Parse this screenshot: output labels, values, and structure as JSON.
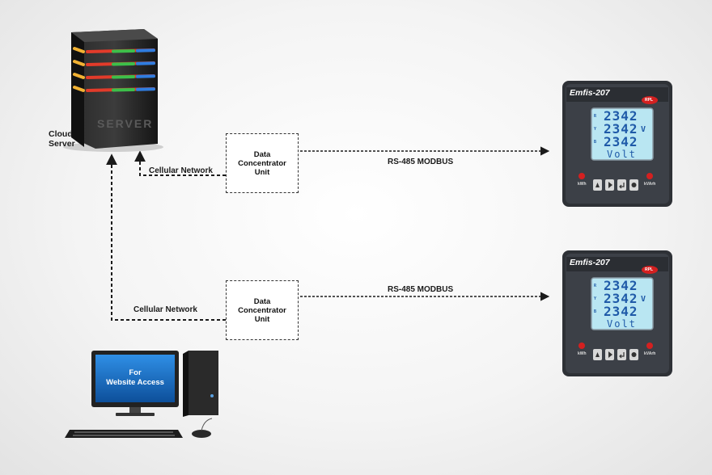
{
  "diagram": {
    "server": {
      "label_line1": "Cloud",
      "label_line2": "Server",
      "case_text": "SERVER"
    },
    "links": {
      "top_network_label": "Cellular Network",
      "bottom_network_label": "Cellular Network",
      "top_bus_label": "RS-485 MODBUS",
      "bottom_bus_label": "RS-485 MODBUS"
    },
    "concentrators": [
      {
        "line1": "Data",
        "line2": "Concentrator",
        "line3": "Unit"
      },
      {
        "line1": "Data",
        "line2": "Concentrator",
        "line3": "Unit"
      }
    ],
    "meters": [
      {
        "model": "Emfis-207",
        "brand": "RPL",
        "reading1": "2342",
        "reading2": "2342",
        "reading3": "2342",
        "unit_label": "Volt",
        "unit_symbol": "V",
        "phase_r": "R",
        "phase_y": "Y",
        "phase_b": "B",
        "left_led_label": "kWh",
        "right_led_label": "kVArh"
      },
      {
        "model": "Emfis-207",
        "brand": "RPL",
        "reading1": "2342",
        "reading2": "2342",
        "reading3": "2342",
        "unit_label": "Volt",
        "unit_symbol": "V",
        "phase_r": "R",
        "phase_y": "Y",
        "phase_b": "B",
        "left_led_label": "kWh",
        "right_led_label": "kVArh"
      }
    ],
    "computer": {
      "screen_line1": "For",
      "screen_line2": "Website Access"
    }
  },
  "colors": {
    "line": "#1a1a1a",
    "meter_body": "#3a3d42",
    "lcd": "#b9e6f2",
    "lcd_text": "#1f5aa8",
    "led": "#d42020",
    "server_glow": [
      "#f2b233",
      "#e23b2a",
      "#3cbf4a",
      "#2f7de0"
    ],
    "pc_screen": "#1a74c9"
  }
}
